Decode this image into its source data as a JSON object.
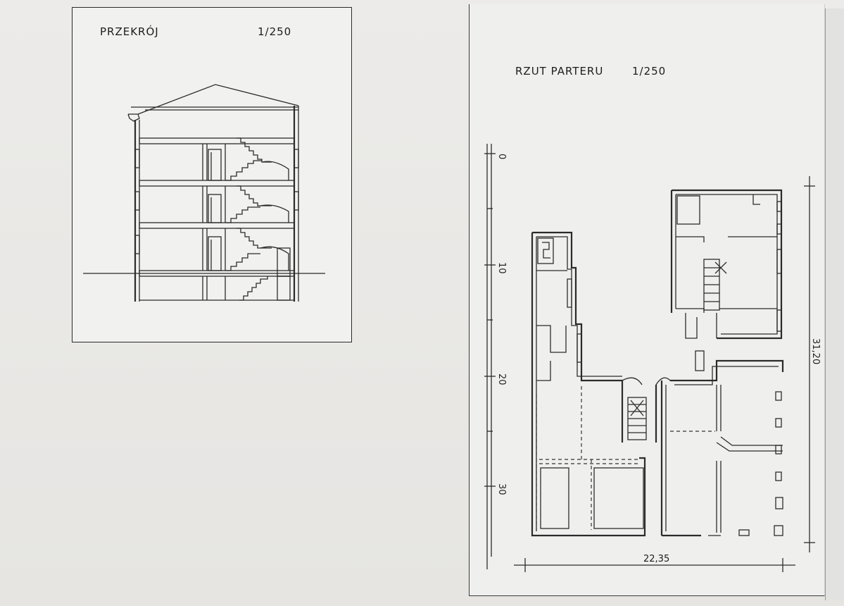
{
  "section_drawing": {
    "title": "PRZEKRÓJ",
    "scale": "1/250"
  },
  "plan_drawing": {
    "title": "RZUT PARTERU",
    "scale": "1/250",
    "scale_bar_ticks": [
      "0",
      "10",
      "20",
      "30"
    ],
    "width_dimension": "22,35",
    "depth_dimension": "31,20"
  }
}
